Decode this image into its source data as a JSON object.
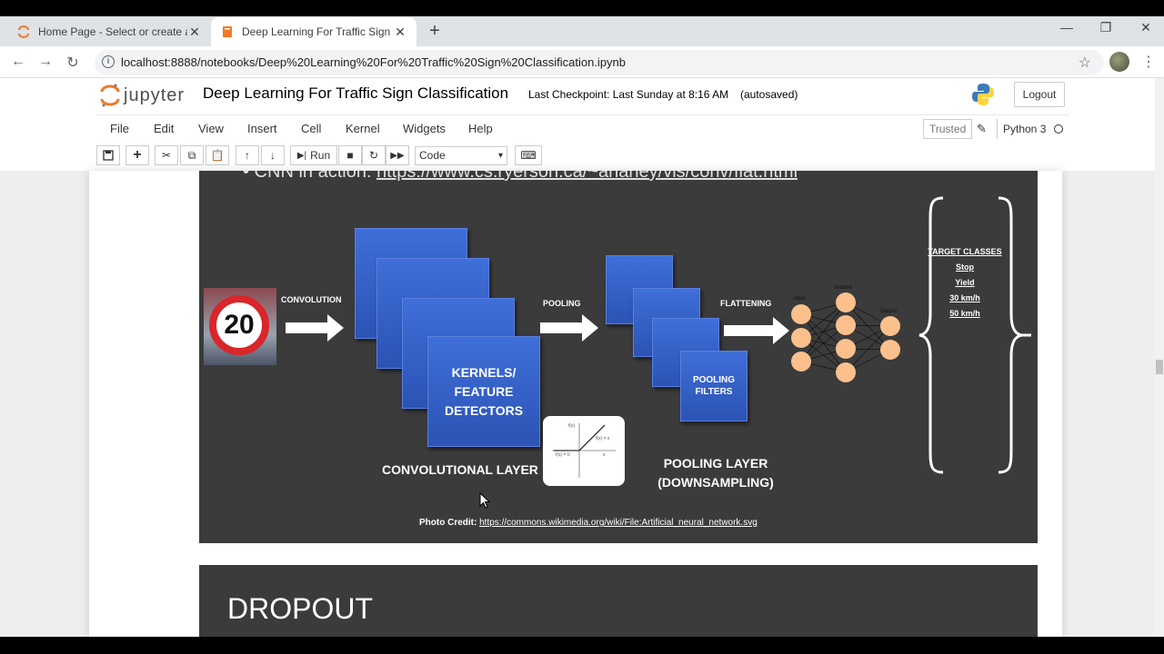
{
  "browser": {
    "tabs": [
      {
        "title": "Home Page - Select or create a n",
        "active": false
      },
      {
        "title": "Deep Learning For Traffic Sign Cl",
        "active": true
      }
    ],
    "new_tab": "+",
    "url": "localhost:8888/notebooks/Deep%20Learning%20For%20Traffic%20Sign%20Classification.ipynb",
    "close_glyph": "✕"
  },
  "jupyter": {
    "logo_text": "jupyter",
    "notebook_title": "Deep Learning For Traffic Sign Classification",
    "checkpoint": "Last Checkpoint: Last Sunday at 8:16 AM",
    "autosaved": "(autosaved)",
    "logout": "Logout",
    "menu": [
      "File",
      "Edit",
      "View",
      "Insert",
      "Cell",
      "Kernel",
      "Widgets",
      "Help"
    ],
    "trusted": "Trusted",
    "kernel": "Python 3",
    "run_label": "Run",
    "cell_type": "Code"
  },
  "slide": {
    "cnn_prefix": "• CNN in action: ",
    "cnn_link": "https://www.cs.ryerson.ca/~aharley/vis/conv/flat.html",
    "sign_number": "20",
    "convolution": "CONVOLUTION",
    "pooling": "POOLING",
    "flattening": "FLATTENING",
    "kernels_line1": "KERNELS/",
    "kernels_line2": "FEATURE",
    "kernels_line3": "DETECTORS",
    "pooling_filters_line1": "POOLING",
    "pooling_filters_line2": "FILTERS",
    "conv_layer": "CONVOLUTIONAL LAYER",
    "pool_layer_line1": "POOLING LAYER",
    "pool_layer_line2": "(DOWNSAMPLING)",
    "nn_input": "Input",
    "nn_hidden": "Hidden",
    "nn_output": "Output",
    "relu_fx": "f(x)",
    "relu_fxx": "f(x) = x",
    "relu_f0": "f(x) = 0",
    "relu_x": "x",
    "target_title": "TARGET CLASSES",
    "target_classes": [
      "Stop",
      "Yield",
      "30 km/h",
      "50 km/h"
    ],
    "credit_label": "Photo Credit:",
    "credit_link": "https://commons.wikimedia.org/wiki/File:Artificial_neural_network.svg"
  },
  "slide2": {
    "heading": "DROPOUT"
  },
  "colors": {
    "slide_bg": "#3b3b3b",
    "block_blue": "#2f5bc4",
    "neuron": "#fbc08c",
    "jupyter_orange": "#f37726"
  }
}
